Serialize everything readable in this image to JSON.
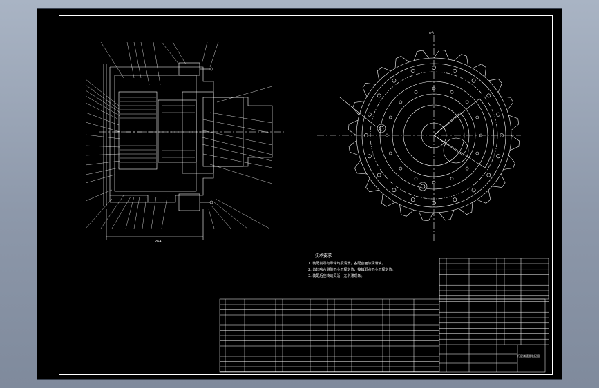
{
  "drawing": {
    "section_view_label": "A-A",
    "dimension_label": "264",
    "tech_requirements_title": "技术要求",
    "tech_requirements": [
      "1. 装配前所有零件均须清洗，各配合面涂润滑油。",
      "2. 齿轮啮合侧隙不小于规定值，接触斑点不小于规定值。",
      "3. 装配后应转动灵活，无卡滞现象。"
    ],
    "title_block_name": "行星减速器装配图",
    "colors": {
      "background": "#000000",
      "lines": "#ffffff",
      "window": "#8d98aa"
    }
  }
}
